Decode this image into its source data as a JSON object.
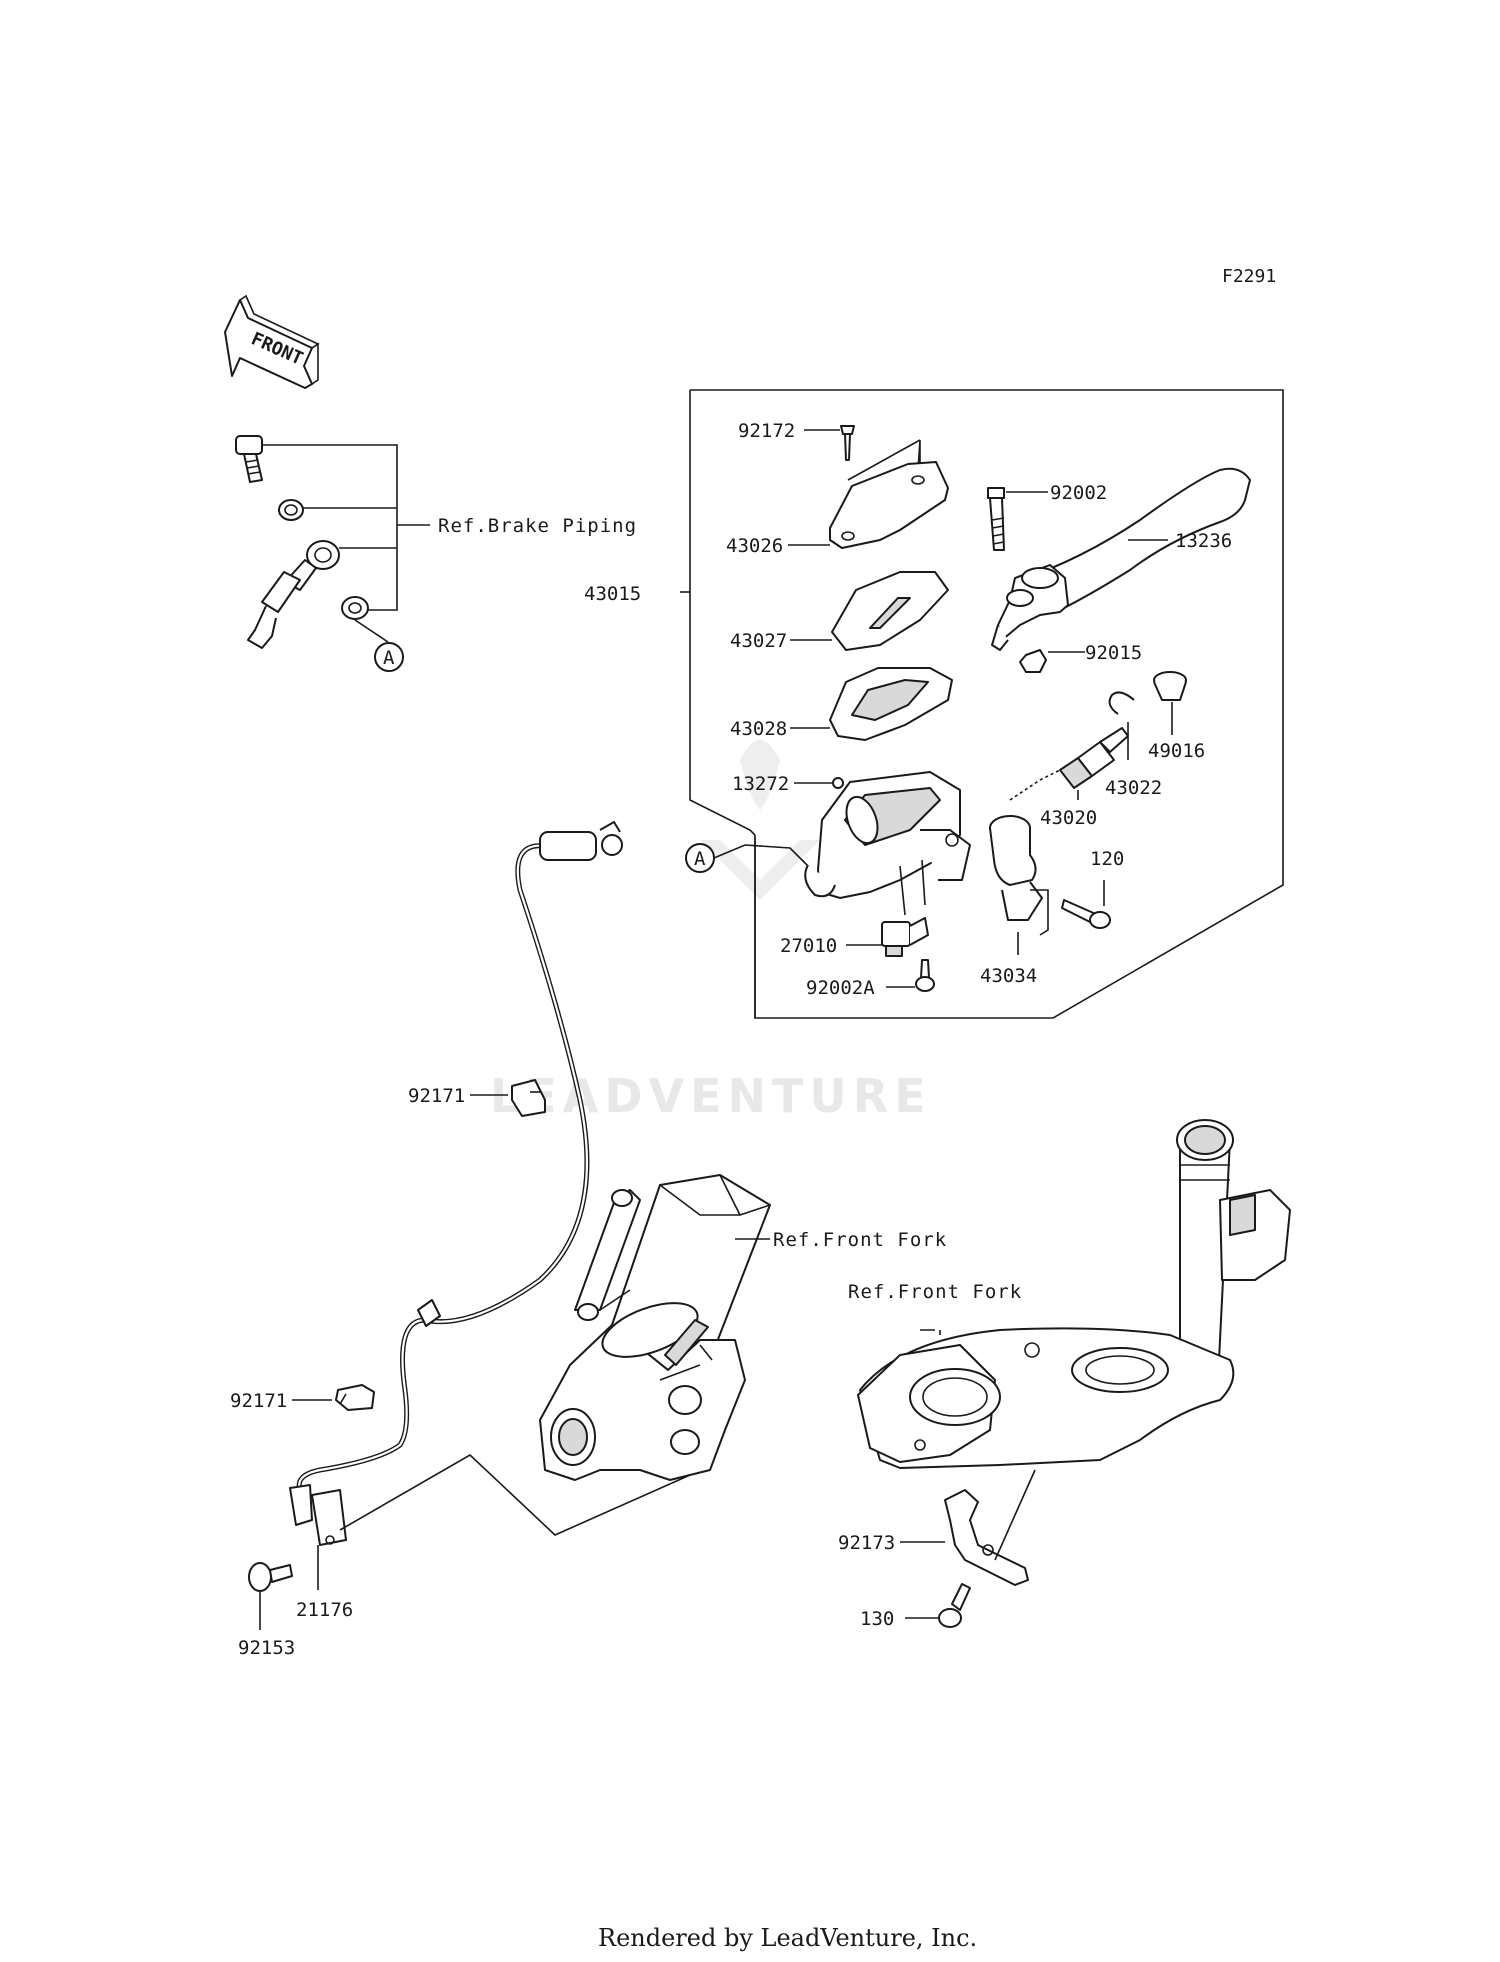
{
  "diagram_code": "F2291",
  "front_arrow": "FRONT",
  "references": {
    "brake_piping": "Ref.Brake Piping",
    "front_fork_1": "Ref.Front Fork",
    "front_fork_2": "Ref.Front Fork"
  },
  "connector_marker": "A",
  "watermark": "LEADVENTURE",
  "parts": {
    "p92172": "92172",
    "p43026": "43026",
    "p43015": "43015",
    "p43027": "43027",
    "p43028": "43028",
    "p13272": "13272",
    "p27010": "27010",
    "p92002A": "92002A",
    "p92002": "92002",
    "p13236": "13236",
    "p92015": "92015",
    "p49016": "49016",
    "p43022": "43022",
    "p43020": "43020",
    "p120": "120",
    "p43034": "43034",
    "p92171a": "92171",
    "p92171b": "92171",
    "p21176": "21176",
    "p92153": "92153",
    "p92173": "92173",
    "p130": "130"
  },
  "footer": "Rendered by LeadVenture, Inc."
}
